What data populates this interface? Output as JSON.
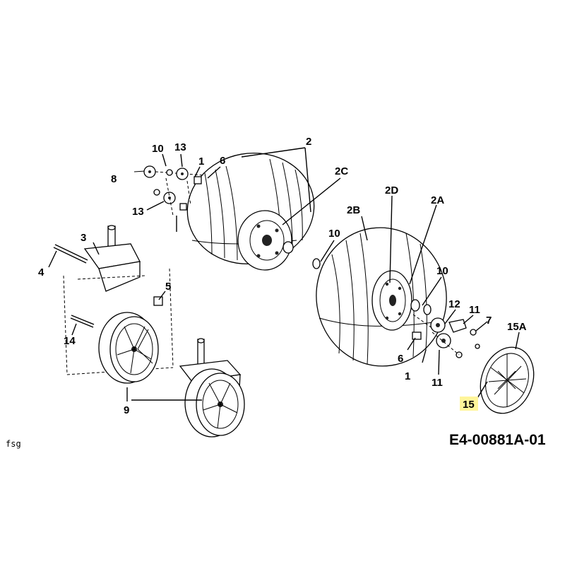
{
  "diagram": {
    "callouts": [
      {
        "id": "c2",
        "text": "2"
      },
      {
        "id": "c10a",
        "text": "10"
      },
      {
        "id": "c13a",
        "text": "13"
      },
      {
        "id": "c1a",
        "text": "1"
      },
      {
        "id": "c6a",
        "text": "6"
      },
      {
        "id": "c8",
        "text": "8"
      },
      {
        "id": "c13b",
        "text": "13"
      },
      {
        "id": "c2C",
        "text": "2C"
      },
      {
        "id": "c2D",
        "text": "2D"
      },
      {
        "id": "c2B",
        "text": "2B"
      },
      {
        "id": "c2A",
        "text": "2A"
      },
      {
        "id": "c10b",
        "text": "10"
      },
      {
        "id": "c3",
        "text": "3"
      },
      {
        "id": "c4",
        "text": "4"
      },
      {
        "id": "c5",
        "text": "5"
      },
      {
        "id": "c10c",
        "text": "10"
      },
      {
        "id": "c12",
        "text": "12"
      },
      {
        "id": "c11a",
        "text": "11"
      },
      {
        "id": "c7",
        "text": "7"
      },
      {
        "id": "c15A",
        "text": "15A"
      },
      {
        "id": "c14",
        "text": "14"
      },
      {
        "id": "c6b",
        "text": "6"
      },
      {
        "id": "c1b",
        "text": "1"
      },
      {
        "id": "c11b",
        "text": "11"
      },
      {
        "id": "c9",
        "text": "9"
      },
      {
        "id": "c15",
        "text": "15"
      }
    ],
    "highlighted_callout": "15",
    "highlight_color": "#fff59a",
    "bottom_left_mark": "fsg",
    "drawing_code": "E4-00881A-01"
  }
}
